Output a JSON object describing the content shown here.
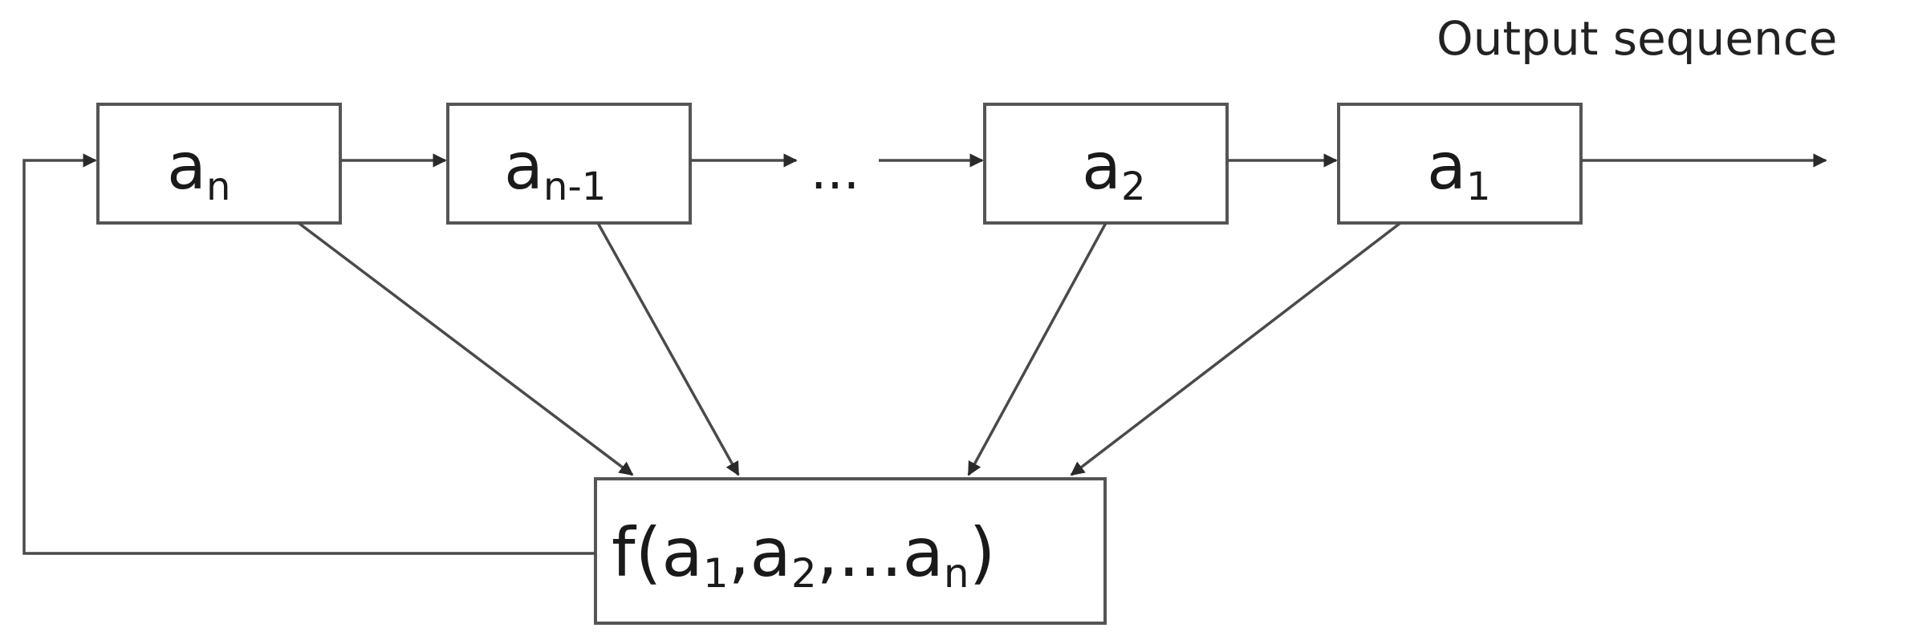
{
  "output_label": "Output sequence",
  "ellipsis": "...",
  "registers": [
    {
      "base": "a",
      "sub": "n"
    },
    {
      "base": "a",
      "sub": "n-1"
    },
    {
      "base": "a",
      "sub": "2"
    },
    {
      "base": "a",
      "sub": "1"
    }
  ],
  "feedback_function": {
    "prefix": "f(a",
    "sub1": "1",
    "mid1": ",a",
    "sub2": "2",
    "mid2": ",...a",
    "subn": "n",
    "suffix": ")"
  }
}
